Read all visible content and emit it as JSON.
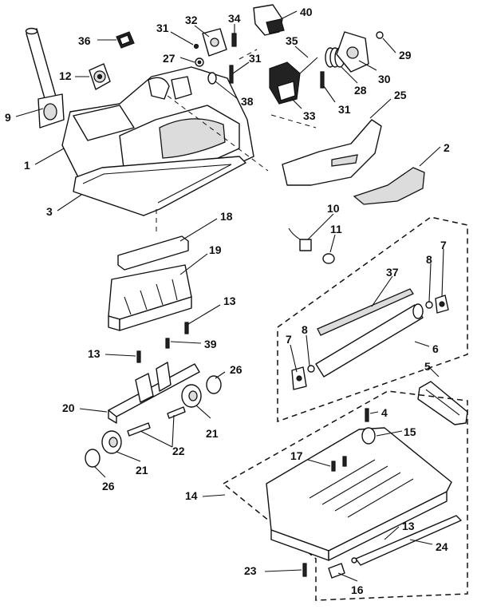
{
  "callouts": [
    {
      "id": "c1",
      "label": "1"
    },
    {
      "id": "c2",
      "label": "2"
    },
    {
      "id": "c3",
      "label": "3"
    },
    {
      "id": "c4",
      "label": "4"
    },
    {
      "id": "c5",
      "label": "5"
    },
    {
      "id": "c6",
      "label": "6"
    },
    {
      "id": "c7a",
      "label": "7"
    },
    {
      "id": "c7b",
      "label": "7"
    },
    {
      "id": "c8a",
      "label": "8"
    },
    {
      "id": "c8b",
      "label": "8"
    },
    {
      "id": "c9",
      "label": "9"
    },
    {
      "id": "c10",
      "label": "10"
    },
    {
      "id": "c11",
      "label": "11"
    },
    {
      "id": "c12",
      "label": "12"
    },
    {
      "id": "c13a",
      "label": "13"
    },
    {
      "id": "c13b",
      "label": "13"
    },
    {
      "id": "c13c",
      "label": "13"
    },
    {
      "id": "c14",
      "label": "14"
    },
    {
      "id": "c15",
      "label": "15"
    },
    {
      "id": "c16",
      "label": "16"
    },
    {
      "id": "c17",
      "label": "17"
    },
    {
      "id": "c18",
      "label": "18"
    },
    {
      "id": "c19",
      "label": "19"
    },
    {
      "id": "c20",
      "label": "20"
    },
    {
      "id": "c21a",
      "label": "21"
    },
    {
      "id": "c21b",
      "label": "21"
    },
    {
      "id": "c22",
      "label": "22"
    },
    {
      "id": "c23",
      "label": "23"
    },
    {
      "id": "c24",
      "label": "24"
    },
    {
      "id": "c25",
      "label": "25"
    },
    {
      "id": "c26a",
      "label": "26"
    },
    {
      "id": "c26b",
      "label": "26"
    },
    {
      "id": "c27",
      "label": "27"
    },
    {
      "id": "c28",
      "label": "28"
    },
    {
      "id": "c29",
      "label": "29"
    },
    {
      "id": "c30",
      "label": "30"
    },
    {
      "id": "c31a",
      "label": "31"
    },
    {
      "id": "c31b",
      "label": "31"
    },
    {
      "id": "c31c",
      "label": "31"
    },
    {
      "id": "c32",
      "label": "32"
    },
    {
      "id": "c33",
      "label": "33"
    },
    {
      "id": "c34",
      "label": "34"
    },
    {
      "id": "c35",
      "label": "35"
    },
    {
      "id": "c36",
      "label": "36"
    },
    {
      "id": "c37",
      "label": "37"
    },
    {
      "id": "c38",
      "label": "38"
    },
    {
      "id": "c39",
      "label": "39"
    },
    {
      "id": "c40",
      "label": "40"
    }
  ]
}
